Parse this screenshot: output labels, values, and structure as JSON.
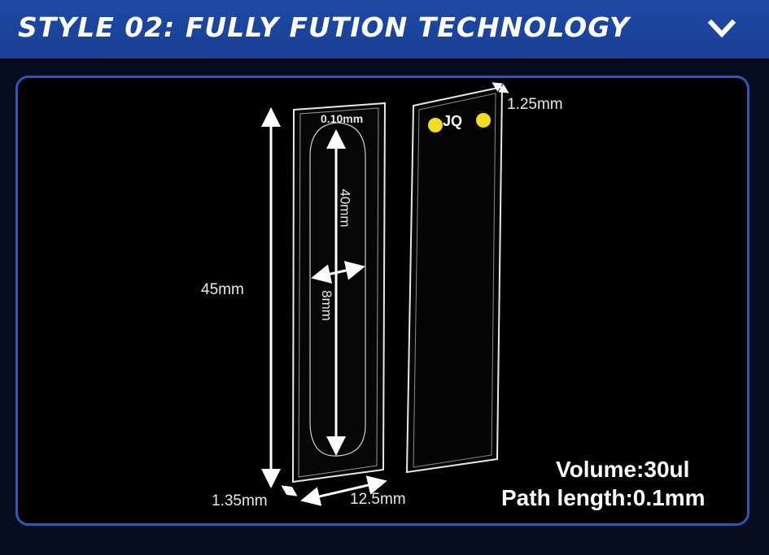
{
  "header": {
    "title": "STYLE 02:  FULLY FUTION TECHNOLOGY",
    "expand_icon": "chevron-down-icon"
  },
  "product": {
    "dimensions": {
      "top_thickness": "1.25mm",
      "height": "45mm",
      "inner_width": "0.10mm",
      "window_height": "40mm",
      "window_width": "8mm",
      "bottom_thickness": "1.35mm",
      "width": "12.5mm"
    },
    "brand_mark": "JQ",
    "volume": "Volume:30ul",
    "path_length": "Path length:0.1mm"
  },
  "colors": {
    "banner": "#1c449d",
    "panel_border": "#2a57b8",
    "brand_dot": "#f2dc1e"
  }
}
